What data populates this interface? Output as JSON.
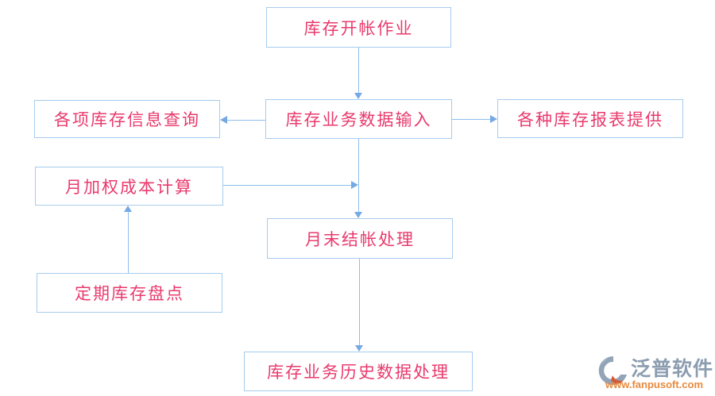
{
  "colors": {
    "box_border": "#a6ccee",
    "box_text": "#e93a6d",
    "arrow_line": "#8cbdf0",
    "arrow_head": "#76a9e4",
    "brand_text": "#8c9db0",
    "brand_url": "#e88a3e",
    "background": "#ffffff"
  },
  "diagram": {
    "nodes": [
      {
        "id": "inventory-opening",
        "label": "库存开帐作业"
      },
      {
        "id": "info-query",
        "label": "各项库存信息查询"
      },
      {
        "id": "data-input",
        "label": "库存业务数据输入"
      },
      {
        "id": "report-provide",
        "label": "各种库存报表提供"
      },
      {
        "id": "weighted-cost",
        "label": "月加权成本计算"
      },
      {
        "id": "month-end-closing",
        "label": "月末结帐处理"
      },
      {
        "id": "periodic-count",
        "label": "定期库存盘点"
      },
      {
        "id": "history-processing",
        "label": "库存业务历史数据处理"
      }
    ],
    "edges": [
      {
        "from": "inventory-opening",
        "to": "data-input",
        "direction": "down"
      },
      {
        "from": "data-input",
        "to": "info-query",
        "direction": "left"
      },
      {
        "from": "data-input",
        "to": "report-provide",
        "direction": "right"
      },
      {
        "from": "data-input",
        "to": "month-end-closing",
        "direction": "down"
      },
      {
        "from": "weighted-cost",
        "to": "month-end-flow",
        "direction": "right"
      },
      {
        "from": "periodic-count",
        "to": "weighted-cost",
        "direction": "up"
      },
      {
        "from": "month-end-closing",
        "to": "history-processing",
        "direction": "down"
      }
    ]
  },
  "watermark": {
    "brand": "泛普软件",
    "url": "www.fanpusoft.com"
  }
}
